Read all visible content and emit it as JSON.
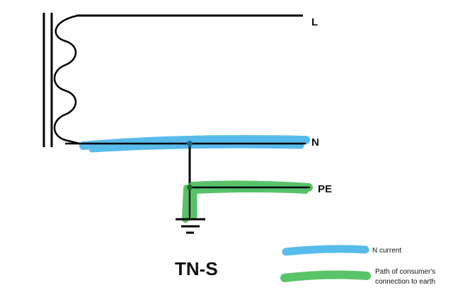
{
  "diagram": {
    "title": "TN-S",
    "conductors": {
      "line": "L",
      "neutral": "N",
      "protective_earth": "PE"
    }
  },
  "legend": {
    "items": [
      {
        "color": "#3ab0e8",
        "label": "N current"
      },
      {
        "color": "#3cb84e",
        "label_lines": [
          "Path of consumer's",
          "connection to earth"
        ]
      }
    ]
  },
  "colors": {
    "wire": "#000000",
    "neutral_highlight": "#3ab0e8",
    "earth_highlight": "#3cb84e"
  }
}
